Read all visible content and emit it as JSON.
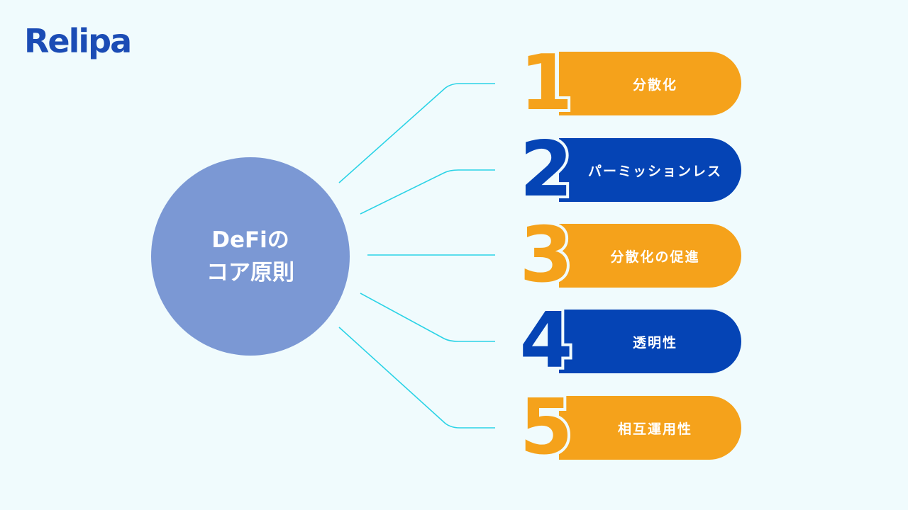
{
  "brand": {
    "logo_text": "Relipa"
  },
  "colors": {
    "orange": "#f5a21b",
    "blue": "#0544b5",
    "circle": "#7b98d4",
    "connector": "#2bd3e6",
    "logo": "#1b4cb5"
  },
  "center": {
    "line1": "DeFiの",
    "line2": "コア原則"
  },
  "principles": [
    {
      "number": "1",
      "label": "分散化",
      "color": "#f5a21b"
    },
    {
      "number": "2",
      "label": "パーミッションレス",
      "color": "#0544b5"
    },
    {
      "number": "3",
      "label": "分散化の促進",
      "color": "#f5a21b"
    },
    {
      "number": "4",
      "label": "透明性",
      "color": "#0544b5"
    },
    {
      "number": "5",
      "label": "相互運用性",
      "color": "#f5a21b"
    }
  ]
}
